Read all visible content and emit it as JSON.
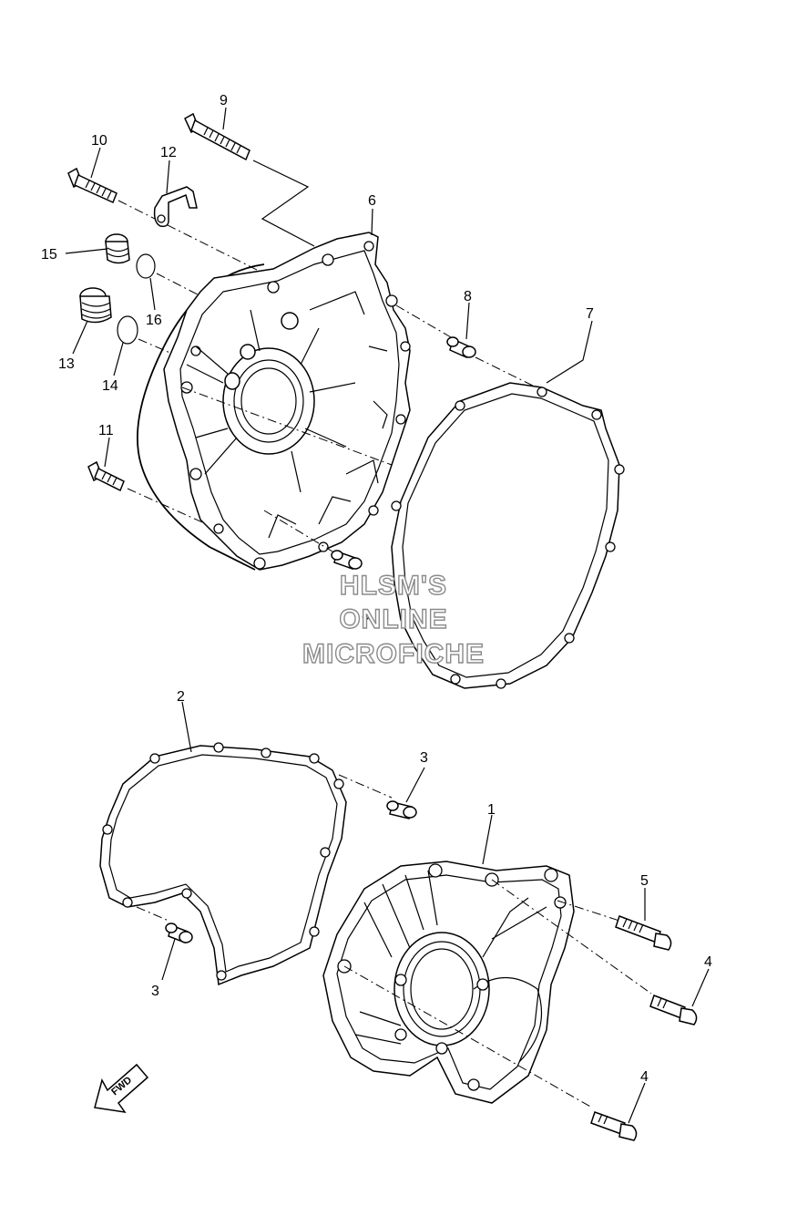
{
  "callouts": [
    {
      "id": "1",
      "text": "1"
    },
    {
      "id": "2",
      "text": "2"
    },
    {
      "id": "3a",
      "text": "3"
    },
    {
      "id": "3b",
      "text": "3"
    },
    {
      "id": "4a",
      "text": "4"
    },
    {
      "id": "4b",
      "text": "4"
    },
    {
      "id": "5",
      "text": "5"
    },
    {
      "id": "6",
      "text": "6"
    },
    {
      "id": "7",
      "text": "7"
    },
    {
      "id": "8a",
      "text": "8"
    },
    {
      "id": "8b",
      "text": "8"
    },
    {
      "id": "9",
      "text": "9"
    },
    {
      "id": "10",
      "text": "10"
    },
    {
      "id": "11",
      "text": "11"
    },
    {
      "id": "12",
      "text": "12"
    },
    {
      "id": "13",
      "text": "13"
    },
    {
      "id": "14",
      "text": "14"
    },
    {
      "id": "15",
      "text": "15"
    },
    {
      "id": "16",
      "text": "16"
    }
  ],
  "watermark": {
    "line1": "HLSM'S",
    "line2": "ONLINE",
    "line3": "MICROFICHE"
  },
  "fwd_label": "FWD",
  "colors": {
    "line": "#000000",
    "watermark_outline": "#8a8a8a",
    "background": "#ffffff"
  }
}
